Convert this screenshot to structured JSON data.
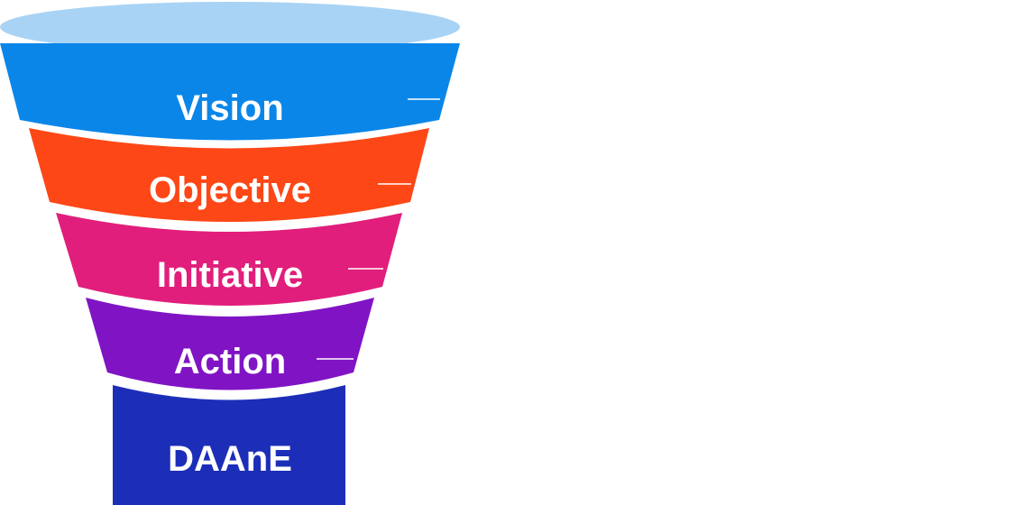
{
  "funnel": {
    "top_rim_color": "#A8D3F5",
    "stages": [
      {
        "label": "Vision",
        "color": "#0A86E9"
      },
      {
        "label": "Objective",
        "color": "#FD4716"
      },
      {
        "label": "Initiative",
        "color": "#E11E7B"
      },
      {
        "label": "Action",
        "color": "#8014C4"
      }
    ],
    "spout": {
      "label": "DAAnE",
      "color": "#1C2EB8"
    }
  }
}
